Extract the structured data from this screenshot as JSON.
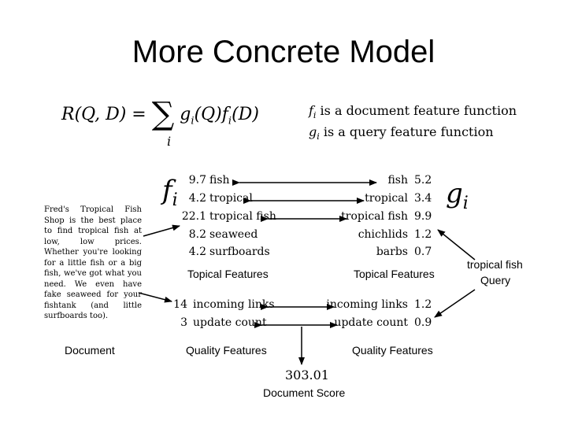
{
  "title": "More Concrete Model",
  "formula": {
    "lhs": "R(Q, D) =",
    "sigma": "∑",
    "index": "i",
    "rhs": "g",
    "rhs_text": "gi(Q)fi(D)"
  },
  "definitions": [
    {
      "sym": "fi",
      "text": " is a document feature function"
    },
    {
      "sym": "gi",
      "text": " is a query feature function"
    }
  ],
  "f_symbol": "fi",
  "g_symbol": "gi",
  "document_text": "Fred's Tropical Fish Shop is the best place to find tropical fish at low, low prices. Whether you're looking for a little fish or a big fish, we've got what you need. We even have fake seaweed for your fishtank (and little surfboards too).",
  "document_label": "Document",
  "topical_left": [
    {
      "value": "9.7",
      "name": "fish"
    },
    {
      "value": "4.2",
      "name": "tropical"
    },
    {
      "value": "22.1",
      "name": "tropical fish"
    },
    {
      "value": "8.2",
      "name": "seaweed"
    },
    {
      "value": "4.2",
      "name": "surfboards"
    }
  ],
  "topical_right": [
    {
      "name": "fish",
      "value": "5.2"
    },
    {
      "name": "tropical",
      "value": "3.4"
    },
    {
      "name": "tropical fish",
      "value": "9.9"
    },
    {
      "name": "chichlids",
      "value": "1.2"
    },
    {
      "name": "barbs",
      "value": "0.7"
    }
  ],
  "topical_label_left": "Topical Features",
  "topical_label_right": "Topical Features",
  "quality_left": [
    {
      "value": "14",
      "name": "incoming links"
    },
    {
      "value": "3",
      "name": "update count"
    }
  ],
  "quality_right": [
    {
      "name": "incoming links",
      "value": "1.2"
    },
    {
      "name": "update count",
      "value": "0.9"
    }
  ],
  "quality_label_left": "Quality Features",
  "quality_label_right": "Quality Features",
  "query_text": "tropical fish",
  "query_label": "Query",
  "score_value": "303.01",
  "score_label": "Document Score"
}
